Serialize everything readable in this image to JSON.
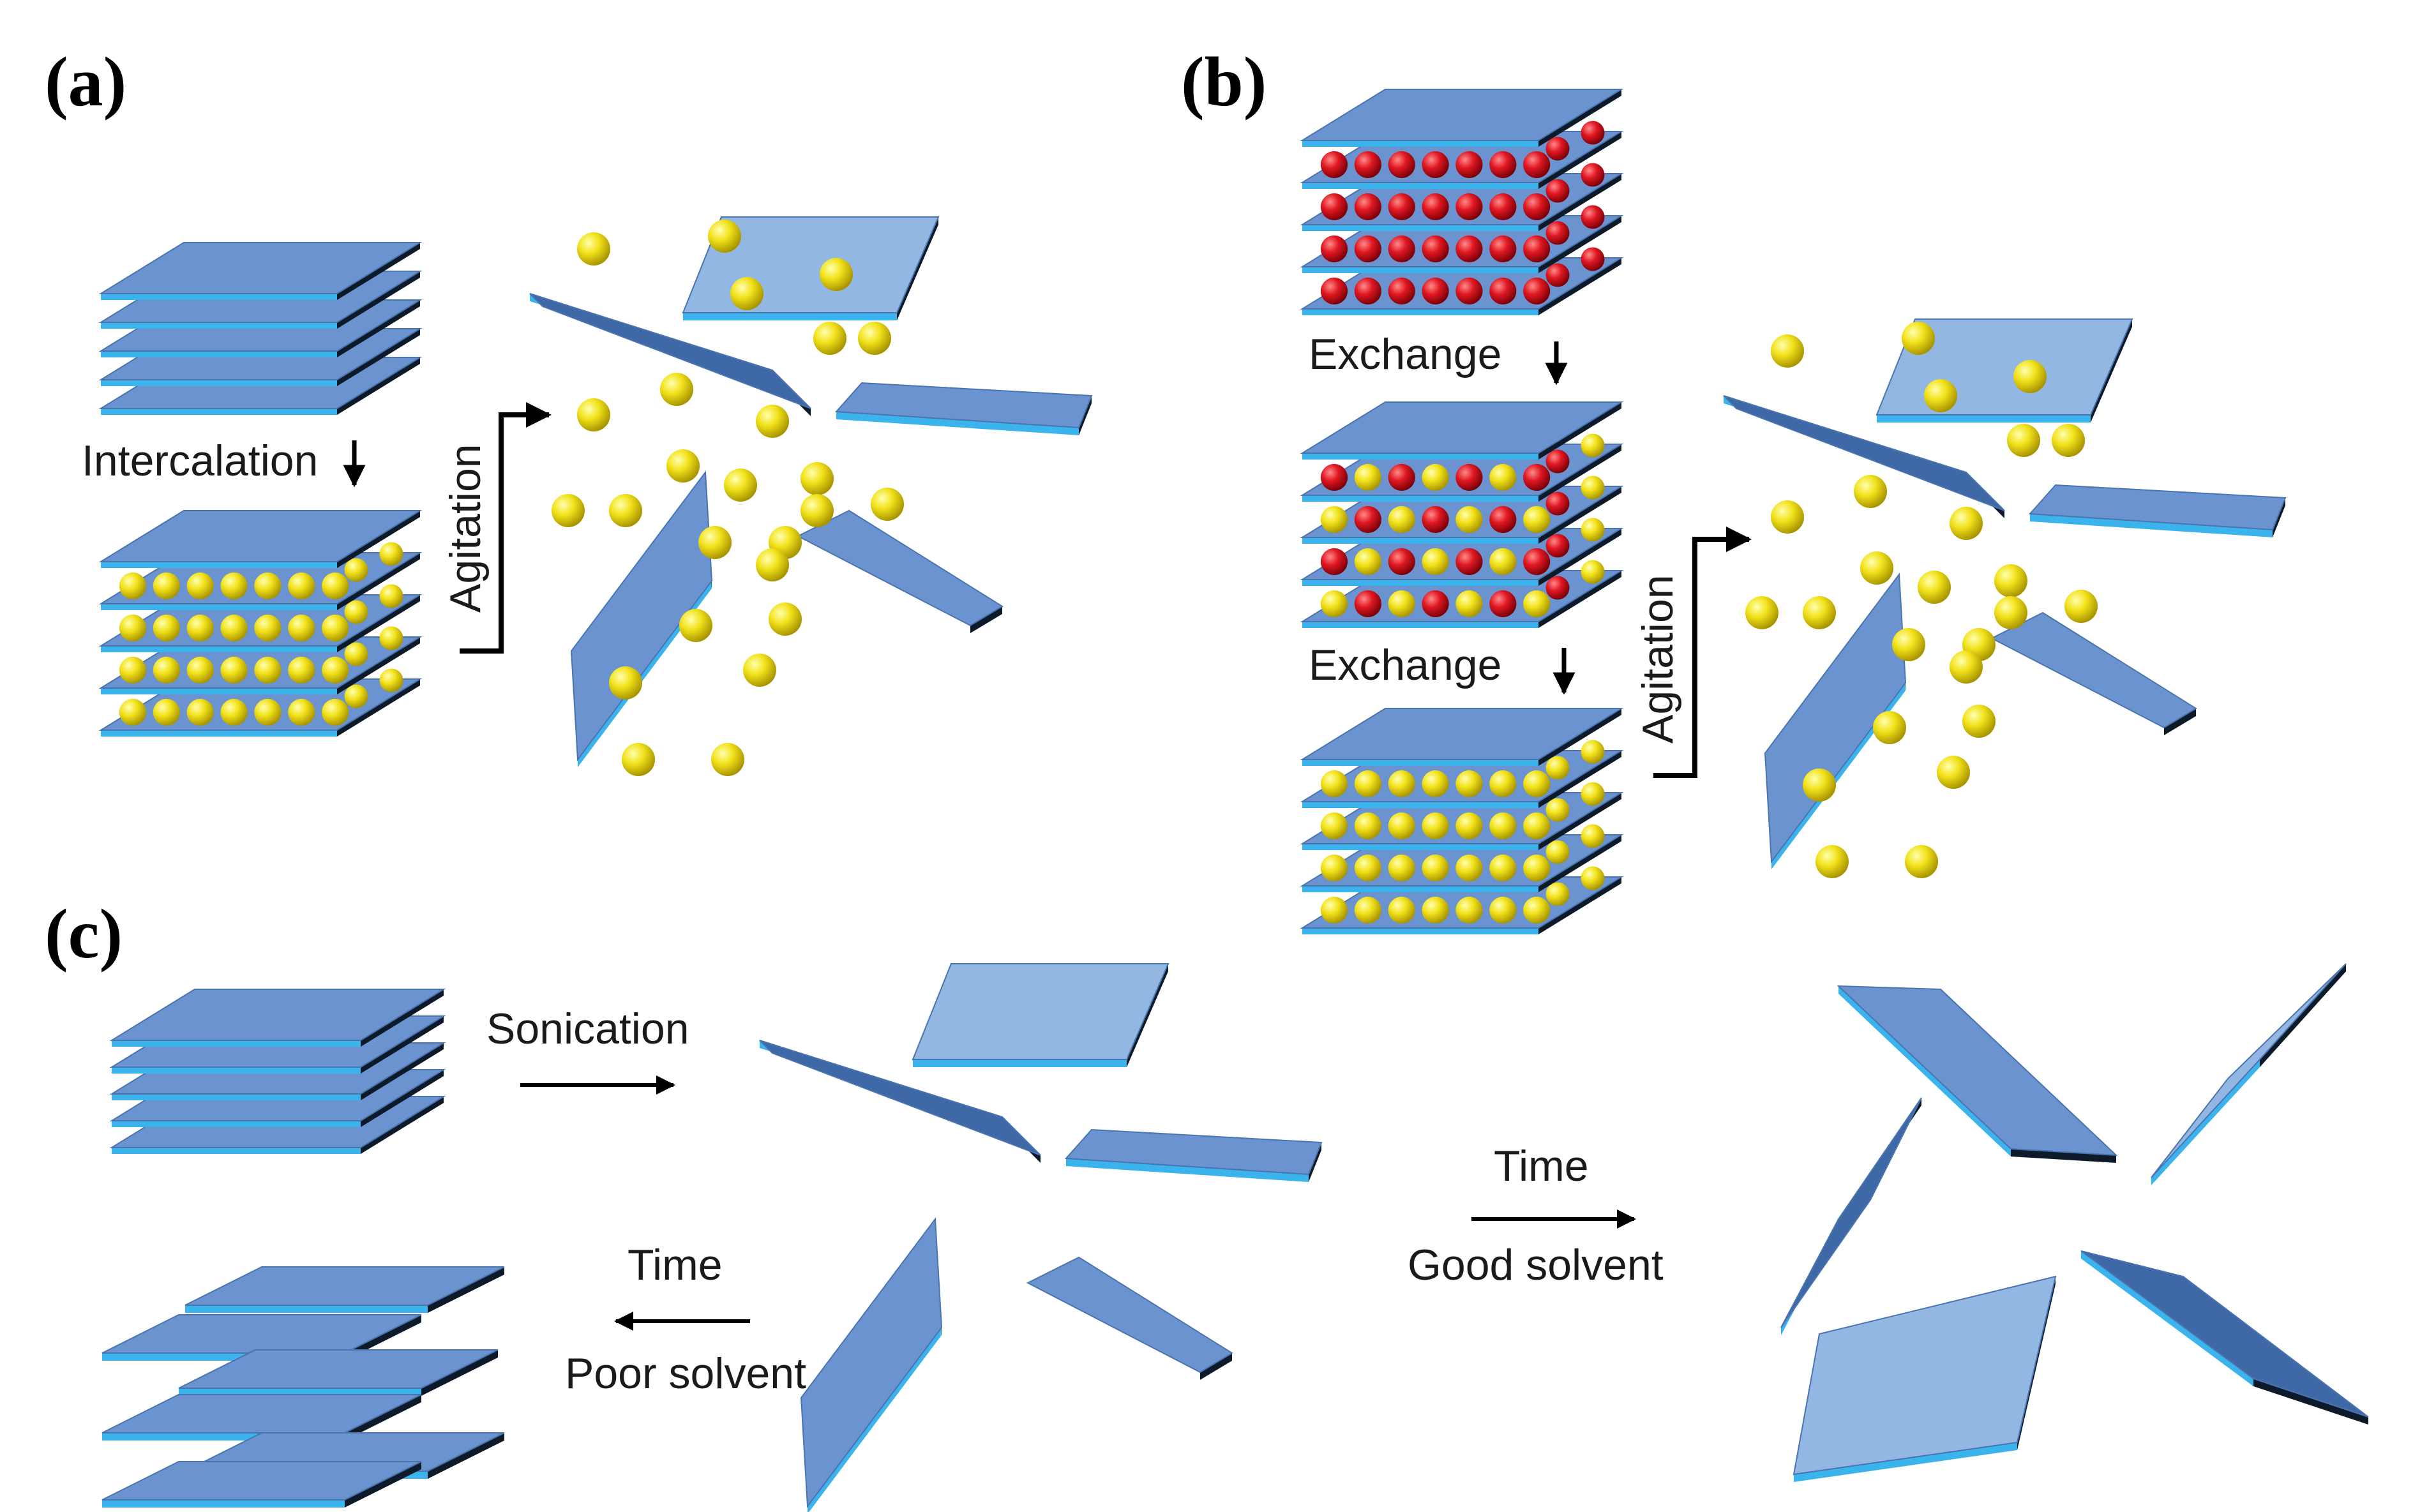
{
  "panels": {
    "a": {
      "label": "(a)",
      "step_intercalation": "Intercalation",
      "step_agitation": "Agitation"
    },
    "b": {
      "label": "(b)",
      "step_exchange_1": "Exchange",
      "step_exchange_2": "Exchange",
      "step_agitation": "Agitation"
    },
    "c": {
      "label": "(c)",
      "step_sonication": "Sonication",
      "time_left": "Time",
      "poor_solvent": "Poor solvent",
      "time_right": "Time",
      "good_solvent": "Good solvent"
    }
  },
  "colors": {
    "sheet_top": "#6a93cf",
    "sheet_top_light": "#92b7e2",
    "sheet_edge_front": "#3bb3ec",
    "sheet_edge_side": "#0d1a2a",
    "sheet_dark": "#3f69a6",
    "yellow_particle": "#e6d600",
    "red_particle": "#d10f1a",
    "arrow": "#000000"
  }
}
